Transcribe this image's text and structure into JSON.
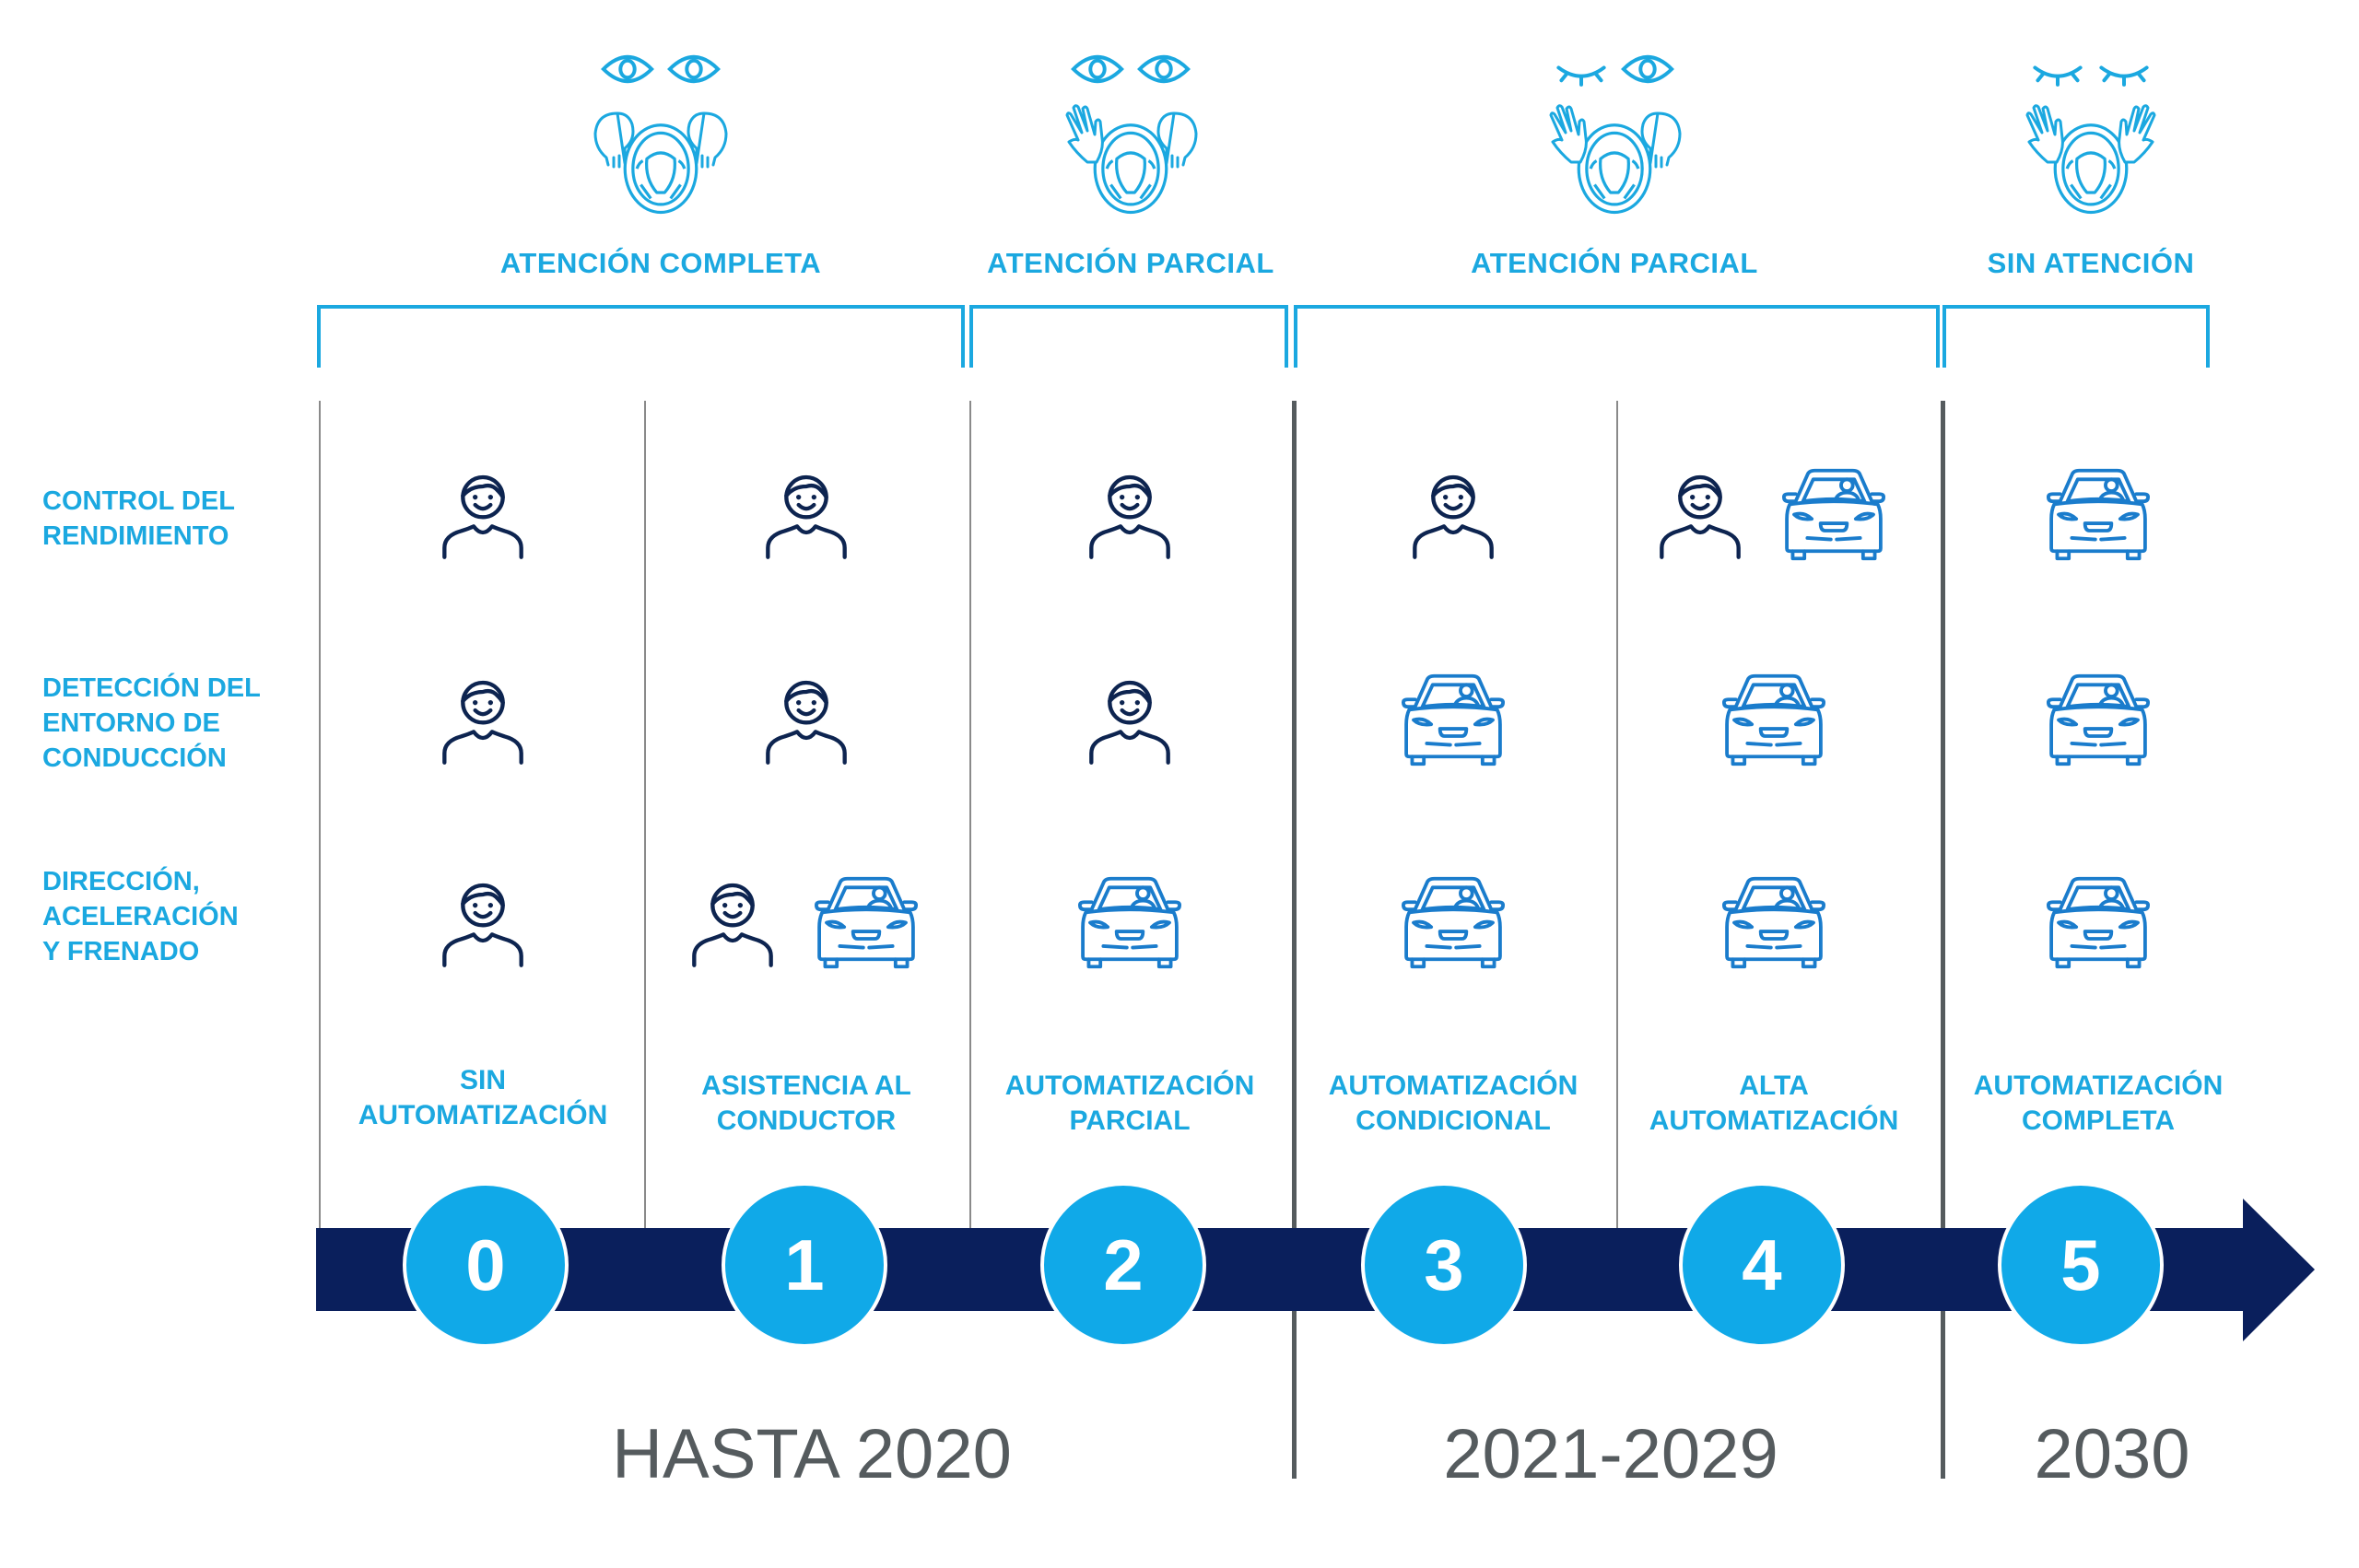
{
  "colors": {
    "accent": "#1ba8e0",
    "navy": "#0a1f5c",
    "car": "#1a7ccc",
    "person": "#0d2450",
    "gray_text": "#555b5e"
  },
  "attention": [
    {
      "label": "ATENCIÓN COMPLETA",
      "eyes": [
        "open",
        "open"
      ],
      "hands": [
        "on",
        "on"
      ]
    },
    {
      "label": "ATENCIÓN PARCIAL",
      "eyes": [
        "open",
        "open"
      ],
      "hands": [
        "off",
        "on"
      ]
    },
    {
      "label": "ATENCIÓN PARCIAL",
      "eyes": [
        "closed",
        "open"
      ],
      "hands": [
        "off",
        "on"
      ]
    },
    {
      "label": "SIN ATENCIÓN",
      "eyes": [
        "closed",
        "closed"
      ],
      "hands": [
        "off",
        "off"
      ]
    }
  ],
  "rows": [
    {
      "label": "CONTROL DEL\nRENDIMIENTO"
    },
    {
      "label": "DETECCIÓN DEL\nENTORNO  DE\nCONDUCCIÓN"
    },
    {
      "label": "DIRECCIÓN,\nACELERACIÓN\nY FRENADO"
    }
  ],
  "levels": [
    {
      "number": "0",
      "label": "SIN\nAUTOMATIZACIÓN",
      "cells": [
        [
          "person"
        ],
        [
          "person"
        ],
        [
          "person"
        ]
      ]
    },
    {
      "number": "1",
      "label": "ASISTENCIA AL\nCONDUCTOR",
      "cells": [
        [
          "person"
        ],
        [
          "person"
        ],
        [
          "person",
          "car"
        ]
      ]
    },
    {
      "number": "2",
      "label": "AUTOMATIZACIÓN\nPARCIAL",
      "cells": [
        [
          "person"
        ],
        [
          "person"
        ],
        [
          "car"
        ]
      ]
    },
    {
      "number": "3",
      "label": "AUTOMATIZACIÓN\nCONDICIONAL",
      "cells": [
        [
          "person"
        ],
        [
          "car"
        ],
        [
          "car"
        ]
      ]
    },
    {
      "number": "4",
      "label": "ALTA\nAUTOMATIZACIÓN",
      "cells": [
        [
          "person",
          "car"
        ],
        [
          "car"
        ],
        [
          "car"
        ]
      ]
    },
    {
      "number": "5",
      "label": "AUTOMATIZACIÓN\nCOMPLETA",
      "cells": [
        [
          "car"
        ],
        [
          "car"
        ],
        [
          "car"
        ]
      ]
    }
  ],
  "periods": [
    {
      "label": "HASTA 2020"
    },
    {
      "label": "2021-2029"
    },
    {
      "label": "2030"
    }
  ]
}
